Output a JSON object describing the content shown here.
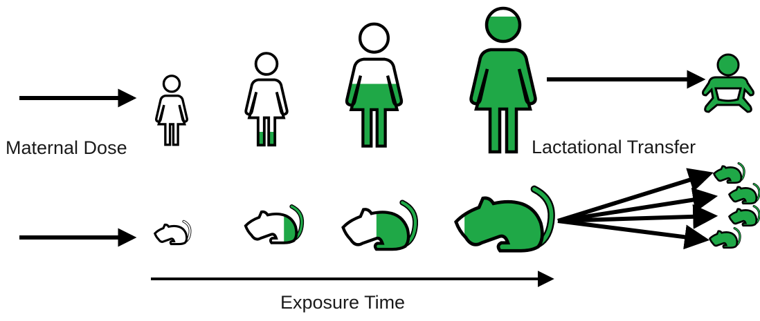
{
  "labels": {
    "maternal_dose": "Maternal Dose",
    "lactational_transfer": "Lactational Transfer",
    "exposure_time": "Exposure Time"
  },
  "colors": {
    "fill": "#1fa847",
    "stroke": "#000000",
    "background": "#ffffff"
  },
  "icons": {
    "human": "woman-icon",
    "offspring_human": "baby-icon",
    "rodent": "rat-icon",
    "offspring_rodent": "rat-pup-icon"
  },
  "stages": [
    {
      "stage": 1,
      "body_burden_fraction": 0.0
    },
    {
      "stage": 2,
      "body_burden_fraction": 0.15
    },
    {
      "stage": 3,
      "body_burden_fraction": 0.5
    },
    {
      "stage": 4,
      "body_burden_fraction": 0.95
    }
  ],
  "rat_pup_count": 4
}
